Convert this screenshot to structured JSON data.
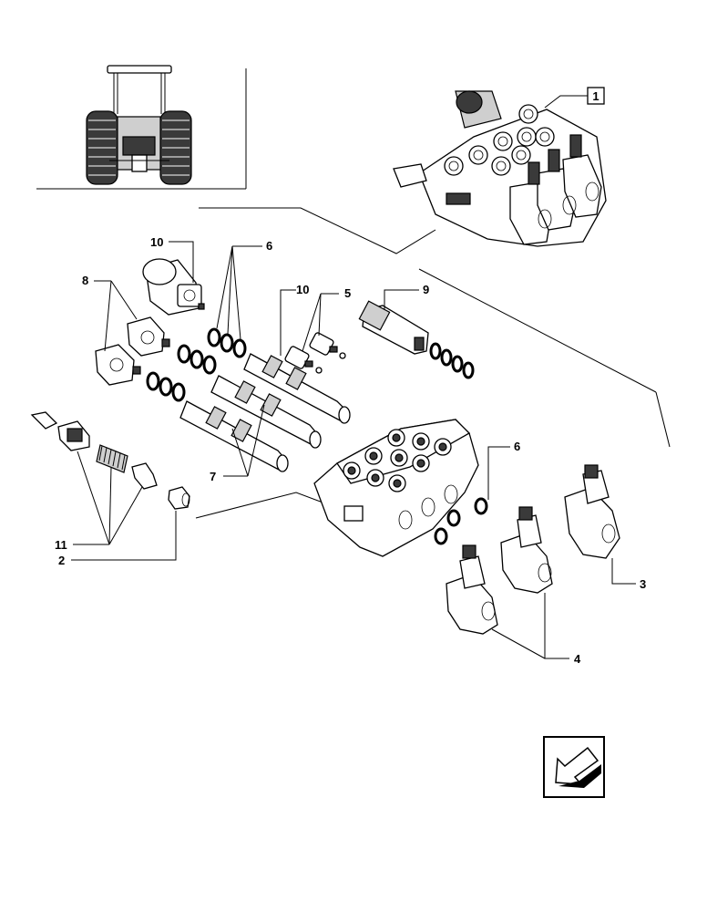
{
  "labels": {
    "ref_box": "1",
    "n2": "2",
    "n3": "3",
    "n4": "4",
    "n5": "5",
    "n6_top": "6",
    "n6_right": "6",
    "n7": "7",
    "n8": "8",
    "n9": "9",
    "n10_left": "10",
    "n10_mid": "10",
    "n11": "11"
  },
  "icons": {
    "tractor": "tractor-rear-view-icon",
    "nav": "arrow-down-left-icon"
  }
}
